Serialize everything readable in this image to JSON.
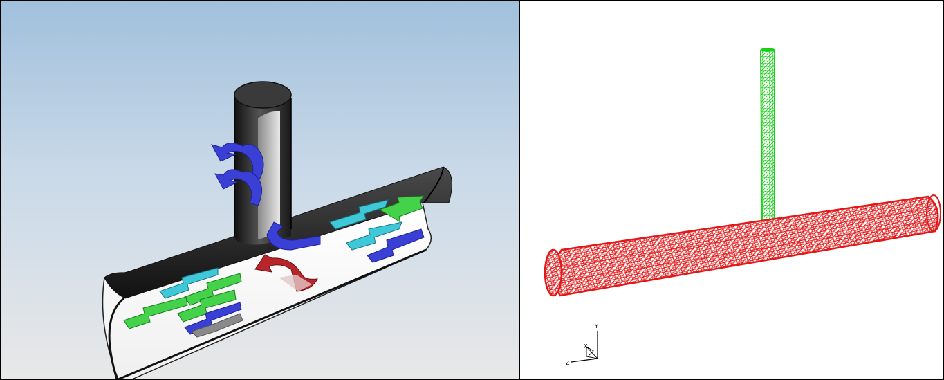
{
  "left_panel": {
    "colors": {
      "pipe_outer": "#2e2e2e",
      "pipe_inner": "#ffffff",
      "arrow_blue": "#3a3fd6",
      "arrow_cyan": "#3fc8d8",
      "arrow_green": "#44d24a",
      "arrow_red": "#b8262b",
      "arrow_grey": "#8a8a8a"
    }
  },
  "right_panel": {
    "colors": {
      "main_pipe_mesh": "#e11919",
      "branch_pipe_mesh": "#17d017"
    },
    "axis": {
      "y_label": "Y",
      "z_label": "Z",
      "x_label": "X"
    }
  }
}
